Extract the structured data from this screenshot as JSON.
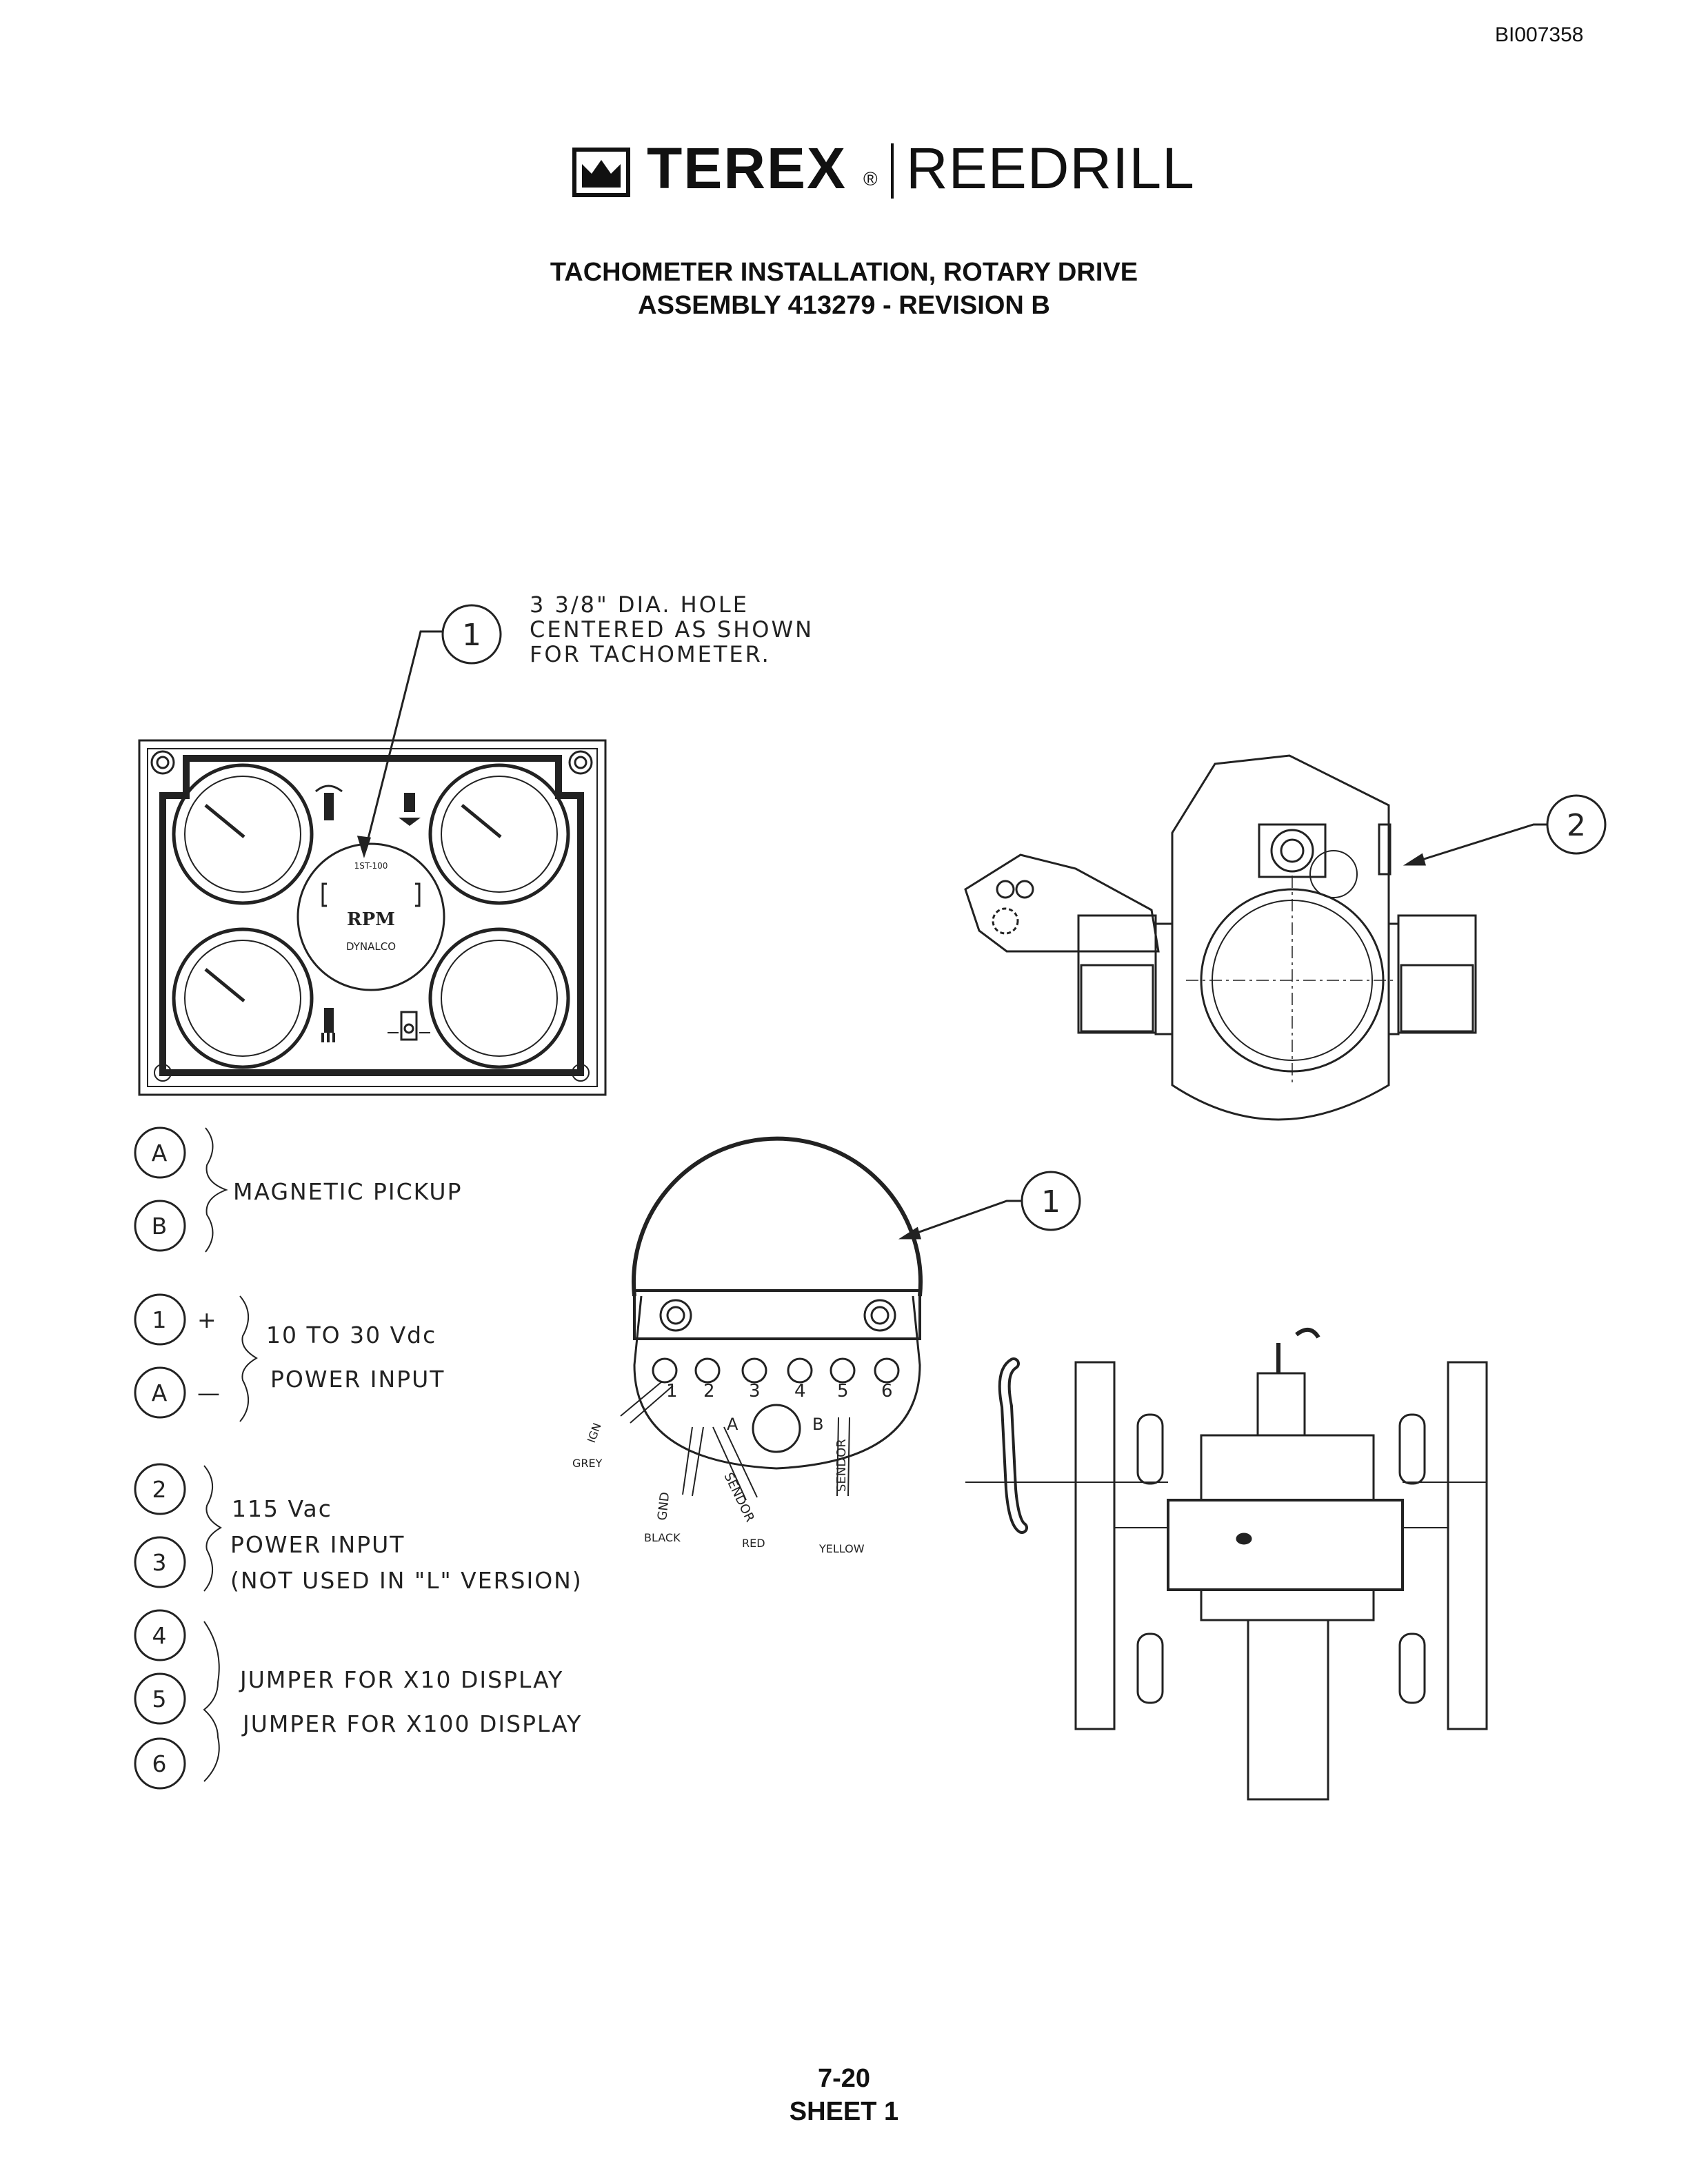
{
  "header": {
    "doc_id": "BI007358",
    "brand_primary": "TEREX",
    "brand_reg": "®",
    "brand_secondary": "REEDRILL",
    "title_line1": "TACHOMETER INSTALLATION, ROTARY DRIVE",
    "title_line2": "ASSEMBLY 413279 - REVISION B"
  },
  "callout_top": {
    "number": "1",
    "note_line1": "3 3/8\" DIA. HOLE",
    "note_line2": "CENTERED AS SHOWN",
    "note_line3": "FOR TACHOMETER."
  },
  "panel": {
    "tach_model": "1ST-100",
    "tach_unit": "RPM",
    "tach_brand": "DYNALCO"
  },
  "callout_right": {
    "number": "2"
  },
  "callout_mid": {
    "number": "1"
  },
  "terminals": {
    "numbers": [
      "1",
      "2",
      "3",
      "4",
      "5",
      "6"
    ],
    "label_a": "A",
    "label_b": "B",
    "wire_ign": "IGN",
    "wire_grey": "GREY",
    "wire_gnd": "GND",
    "wire_black": "BLACK",
    "wire_sendor_red": "SENDOR",
    "wire_red": "RED",
    "wire_sendor_yellow": "SENDOR",
    "wire_yellow": "YELLOW"
  },
  "legend": {
    "a": "A",
    "b": "B",
    "magnetic_pickup": "MAGNETIC PICKUP",
    "one": "1",
    "plus": "+",
    "a2": "A",
    "minus": "—",
    "dc_line1": "10 TO 30 Vdc",
    "dc_line2": "POWER INPUT",
    "two": "2",
    "three": "3",
    "ac_line1": "115 Vac",
    "ac_line2": "POWER INPUT",
    "ac_line3": "(NOT USED IN \"L\" VERSION)",
    "four": "4",
    "five": "5",
    "six": "6",
    "jumper_x10": "JUMPER FOR X10 DISPLAY",
    "jumper_x100": "JUMPER FOR X100 DISPLAY"
  },
  "footer": {
    "page": "7-20",
    "sheet": "SHEET 1"
  }
}
